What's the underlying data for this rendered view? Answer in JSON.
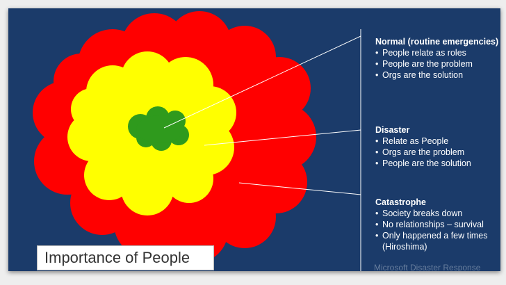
{
  "slide": {
    "title": "Importance of People",
    "watermark": "Microsoft Disaster Response"
  },
  "colors": {
    "background": "#1b3b6a",
    "outer_ring": "#ff0000",
    "middle_ring": "#ffff00",
    "core": "#2f9a1d",
    "leader_lines": "#ffffff",
    "text": "#ffffff"
  },
  "levels": [
    {
      "id": "normal",
      "title": "Normal (routine emergencies)",
      "bullets": [
        "People relate as roles",
        "People are the problem",
        "Orgs are the solution"
      ]
    },
    {
      "id": "disaster",
      "title": "Disaster",
      "bullets": [
        "Relate as People",
        "Orgs are the problem",
        "People are the solution"
      ]
    },
    {
      "id": "catastrophe",
      "title": "Catastrophe",
      "bullets": [
        "Society breaks down",
        "No relationships – survival",
        "Only happened a few times (Hiroshima)"
      ]
    }
  ]
}
